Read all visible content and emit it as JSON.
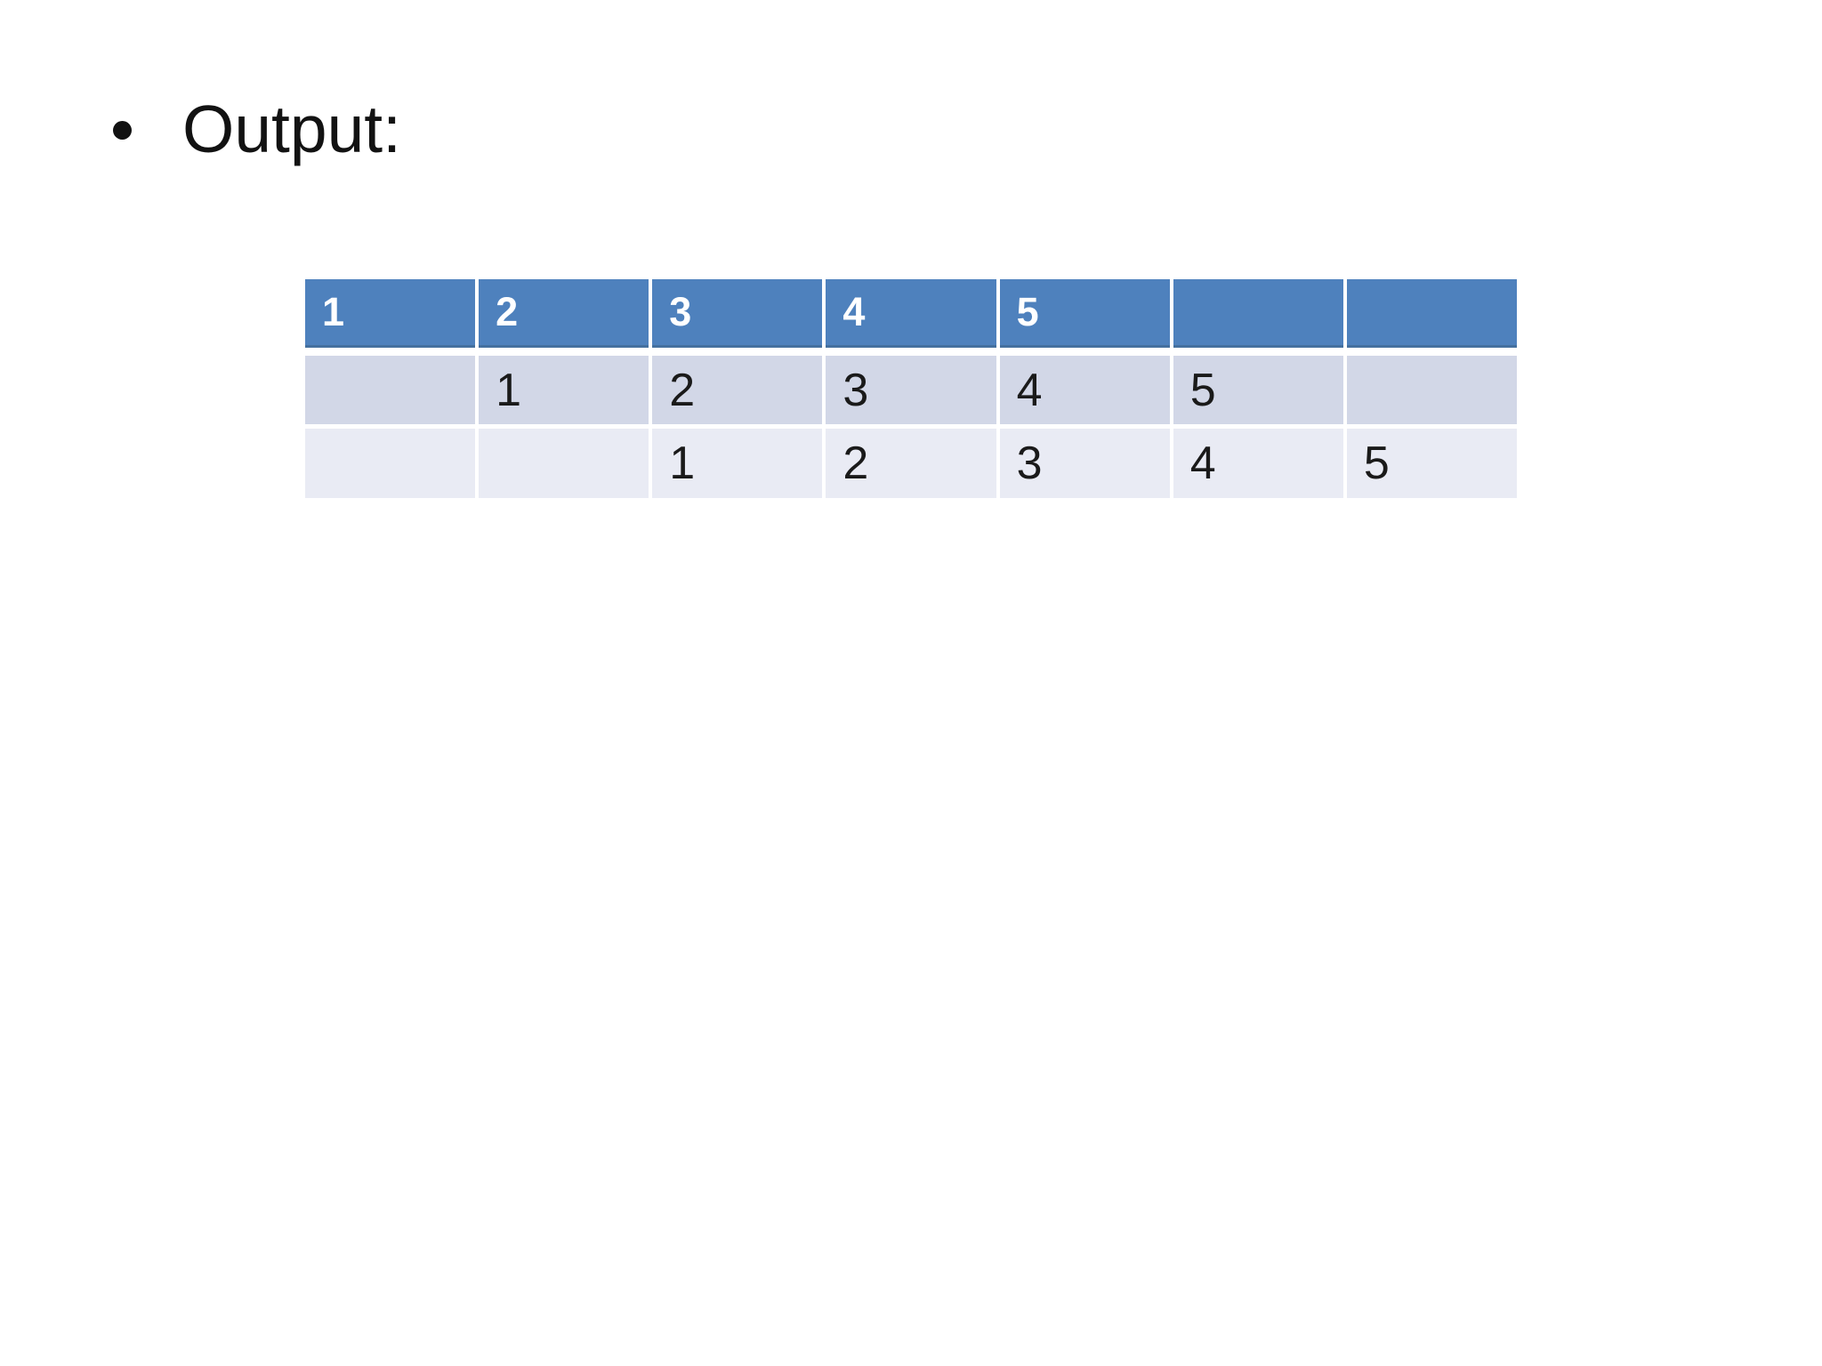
{
  "slide": {
    "title": "Output:",
    "bullet_char": "•"
  },
  "table": {
    "columns": 7,
    "header": [
      "1",
      "2",
      "3",
      "4",
      "5",
      "",
      ""
    ],
    "rows": [
      [
        "",
        "1",
        "2",
        "3",
        "4",
        "5",
        ""
      ],
      [
        "",
        "",
        "1",
        "2",
        "3",
        "4",
        "5"
      ]
    ]
  },
  "colors": {
    "background": "#ffffff",
    "header_bg": "#4e81bd",
    "header_border": "#44709f",
    "header_text": "#ffffff",
    "row_odd_bg": "#d2d7e7",
    "row_even_bg": "#e9ebf4",
    "body_text": "#1a1a1a"
  }
}
